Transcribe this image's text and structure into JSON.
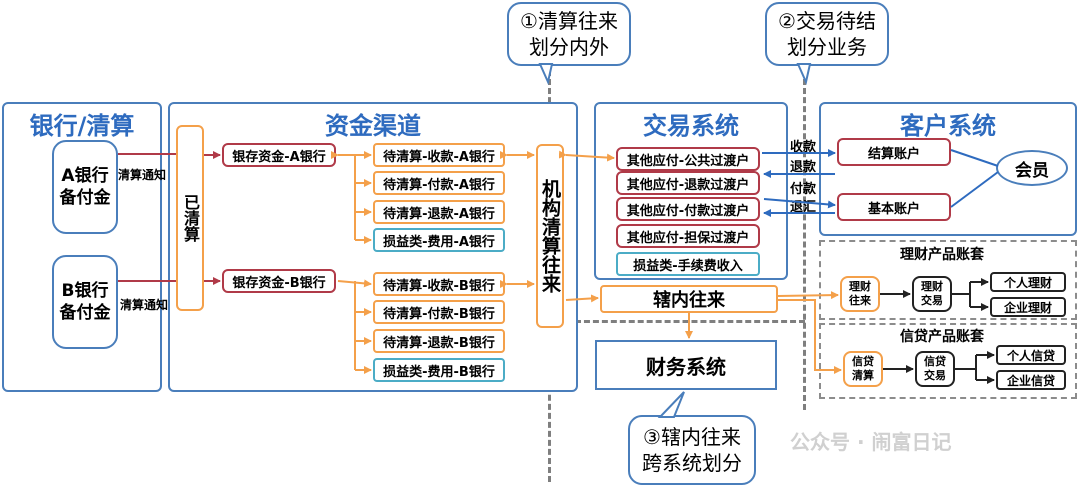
{
  "callouts": {
    "c1": "①清算往来\n划分内外",
    "c2": "②交易待结\n划分业务",
    "c3": "③辖内往来\n跨系统划分"
  },
  "bank": {
    "title": "银行/清算",
    "a_box": "A银行\n备付金",
    "b_box": "B银行\n备付金",
    "a_notify": "清算通知",
    "b_notify": "清算通知"
  },
  "channel": {
    "title": "资金渠道",
    "cleared": "已清算",
    "deposit_a": "银存资金-A银行",
    "deposit_b": "银存资金-B银行",
    "items_a": [
      "待清算-收款-A银行",
      "待清算-付款-A银行",
      "待清算-退款-A银行"
    ],
    "fee_a": "损益类-费用-A银行",
    "items_b": [
      "待清算-收款-B银行",
      "待清算-付款-B银行",
      "待清算-退款-B银行"
    ],
    "fee_b": "损益类-费用-B银行",
    "org_clearing": "机构清算往来"
  },
  "trade": {
    "title": "交易系统",
    "items": [
      "其他应付-公共过渡户",
      "其他应付-退款过渡户",
      "其他应付-付款过渡户",
      "其他应付-担保过渡户"
    ],
    "fee_income": "损益类-手续费收入",
    "labels": [
      "收款",
      "退款",
      "付款",
      "退汇"
    ]
  },
  "intra": "辖内往来",
  "finance": "财务系统",
  "customer": {
    "title": "客户系统",
    "settle": "结算账户",
    "basic": "基本账户",
    "member": "会员"
  },
  "wealth": {
    "title": "理财产品账套",
    "n1": "理财\n往来",
    "n2": "理财\n交易",
    "leaf1": "个人理财",
    "leaf2": "企业理财"
  },
  "credit": {
    "title": "信贷产品账套",
    "n1": "信贷\n清算",
    "n2": "信贷\n交易",
    "leaf1": "个人信贷",
    "leaf2": "企业信贷"
  },
  "watermark": "公众号 · 闹富日记"
}
